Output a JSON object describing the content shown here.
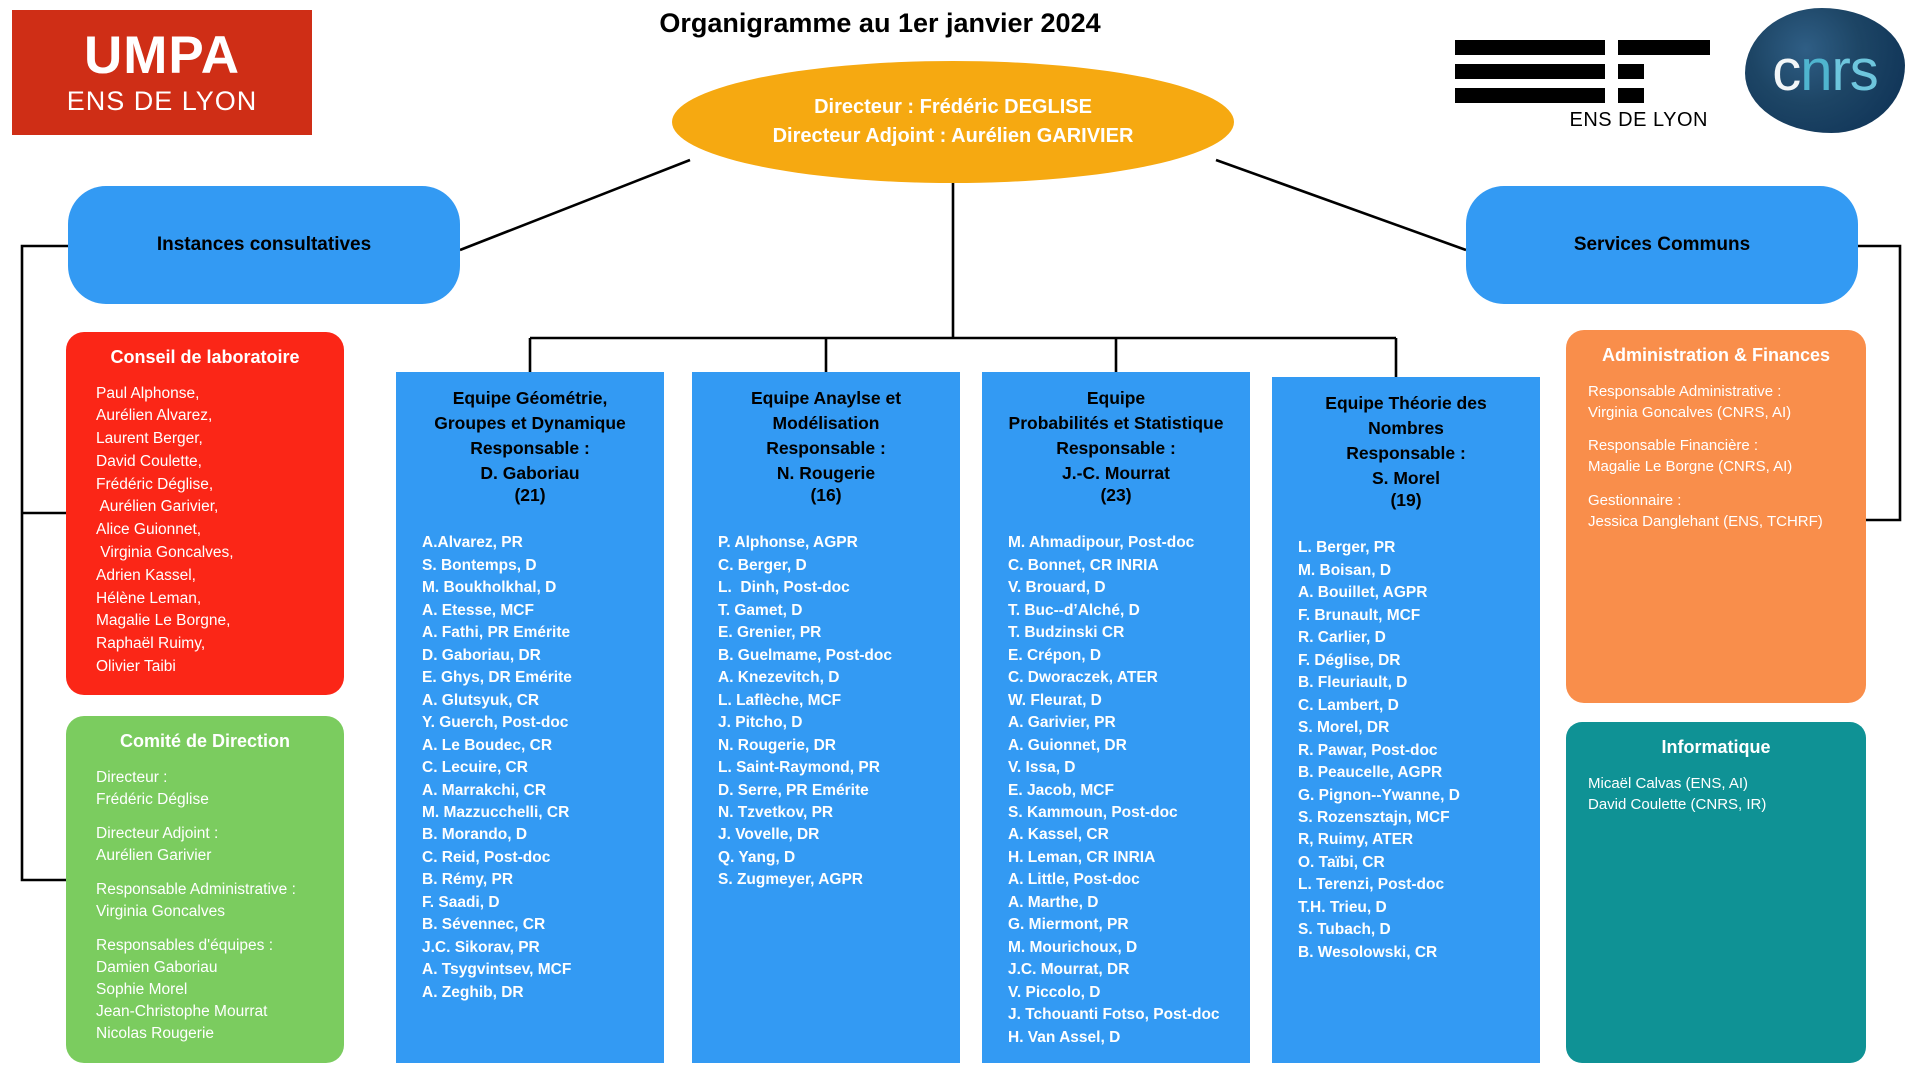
{
  "header": {
    "title": "Organigramme au 1er janvier 2024",
    "umpa_logo": {
      "main": "UMPA",
      "sub": "ENS DE LYON"
    },
    "ens_logo": {
      "caption": "ENS DE LYON"
    },
    "cnrs_logo": {
      "text_parts": [
        "c",
        "n",
        "rs"
      ],
      "full": "cnrs"
    }
  },
  "director": {
    "line1": "Directeur : Frédéric DEGLISE",
    "line2": "Directeur Adjoint : Aurélien GARIVIER"
  },
  "pills": {
    "instances": "Instances consultatives",
    "services": "Services Communs"
  },
  "conseil": {
    "title": "Conseil de laboratoire",
    "members": [
      "Paul Alphonse,",
      "Aurélien Alvarez,",
      "Laurent Berger,",
      "David Coulette,",
      "Frédéric Déglise,",
      " Aurélien Garivier,",
      "Alice Guionnet,",
      " Virginia Goncalves,",
      "Adrien Kassel,",
      "Hélène Leman,",
      "Magalie Le Borgne,",
      "Raphaël Ruimy,",
      "Olivier Taibi"
    ]
  },
  "comite": {
    "title": "Comité de Direction",
    "blocks": [
      [
        "Directeur :",
        "Frédéric Déglise"
      ],
      [
        "Directeur Adjoint :",
        "Aurélien Garivier"
      ],
      [
        "Responsable Administrative :",
        "Virginia Goncalves"
      ],
      [
        "Responsables d'équipes :",
        "Damien Gaboriau",
        "Sophie Morel",
        "Jean-Christophe Mourrat",
        "Nicolas Rougerie"
      ]
    ]
  },
  "admin": {
    "title": "Administration & Finances",
    "blocks": [
      [
        "Responsable Administrative :",
        "Virginia Goncalves (CNRS, AI)"
      ],
      [
        "Responsable Financière :",
        "Magalie Le Borgne (CNRS, AI)"
      ],
      [
        "Gestionnaire :",
        "Jessica Danglehant (ENS, TCHRF)"
      ]
    ]
  },
  "informatique": {
    "title": "Informatique",
    "blocks": [
      [
        "Micaël Calvas (ENS, AI)",
        "David Coulette (CNRS, IR)"
      ]
    ]
  },
  "teams": [
    {
      "title_lines": [
        "Equipe Géométrie,",
        "Groupes et Dynamique",
        "Responsable :",
        "D. Gaboriau"
      ],
      "count": "(21)",
      "members": [
        "A.Alvarez, PR",
        "S. Bontemps, D",
        "M. Boukholkhal, D",
        "A. Etesse, MCF",
        "A. Fathi, PR Emérite",
        "D. Gaboriau, DR",
        "E. Ghys, DR Emérite",
        "A. Glutsyuk, CR",
        "Y. Guerch, Post-doc",
        "A. Le Boudec, CR",
        "C. Lecuire, CR",
        "A. Marrakchi, CR",
        "M. Mazzucchelli, CR",
        "B. Morando, D",
        "C. Reid, Post-doc",
        "B. Rémy, PR",
        "F. Saadi, D",
        "B. Sévennec, CR",
        "J.C. Sikorav, PR",
        "A. Tsygvintsev, MCF",
        "A. Zeghib, DR"
      ]
    },
    {
      "title_lines": [
        "Equipe Anaylse et",
        "Modélisation",
        "Responsable :",
        "N. Rougerie"
      ],
      "count": "(16)",
      "members": [
        "P. Alphonse, AGPR",
        "C. Berger, D",
        "L.  Dinh, Post-doc",
        "T. Gamet, D",
        "E. Grenier, PR",
        "B. Guelmame, Post-doc",
        "A. Knezevitch, D",
        "L. Laflèche, MCF",
        "J. Pitcho, D",
        "N. Rougerie, DR",
        "L. Saint-Raymond, PR",
        "D. Serre, PR Emérite",
        "N. Tzvetkov, PR",
        "J. Vovelle, DR",
        "Q. Yang, D",
        "S. Zugmeyer, AGPR"
      ]
    },
    {
      "title_lines": [
        "Equipe",
        "Probabilités et Statistique",
        "Responsable :",
        "J.-C. Mourrat"
      ],
      "count": "(23)",
      "members": [
        "M. Ahmadipour, Post-doc",
        "C. Bonnet, CR INRIA",
        "V. Brouard, D",
        "T. Buc--d’Alché, D",
        "T. Budzinski CR",
        "E. Crépon, D",
        "C. Dworaczek, ATER",
        "W. Fleurat, D",
        "A. Garivier, PR",
        "A. Guionnet, DR",
        "V. Issa, D",
        "E. Jacob, MCF",
        "S. Kammoun, Post-doc",
        "A. Kassel, CR",
        "H. Leman, CR INRIA",
        "A. Little, Post-doc",
        "A. Marthe, D",
        "G. Miermont, PR",
        "M. Mourichoux, D",
        "J.C. Mourrat, DR",
        "V. Piccolo, D",
        "J. Tchouanti Fotso, Post-doc",
        "H. Van Assel, D"
      ]
    },
    {
      "title_lines": [
        "Equipe Théorie des",
        "Nombres",
        "Responsable :",
        "S. Morel"
      ],
      "count": "(19)",
      "members": [
        "L. Berger, PR",
        "M. Boisan, D",
        "A. Bouillet, AGPR",
        "F. Brunault, MCF",
        "R. Carlier, D",
        "F. Déglise, DR",
        "B. Fleuriault, D",
        "C. Lambert, D",
        "S. Morel, DR",
        "R. Pawar, Post-doc",
        "B. Peaucelle, AGPR",
        "G. Pignon--Ywanne, D",
        "S. Rozensztajn, MCF",
        "R, Ruimy, ATER",
        "O. Taïbi, CR",
        "L. Terenzi, Post-doc",
        "T.H. Trieu, D",
        "S. Tubach, D",
        "B. Wesolowski, CR"
      ]
    }
  ],
  "colors": {
    "umpa_red": "#cf2e16",
    "director_orange": "#f6a911",
    "pill_blue": "#339af3",
    "conseil_red": "#fb2617",
    "comite_green": "#7bcc5f",
    "admin_orange": "#f98e4b",
    "info_teal": "#0f9295",
    "cnrs_navy": "#1d4565"
  }
}
